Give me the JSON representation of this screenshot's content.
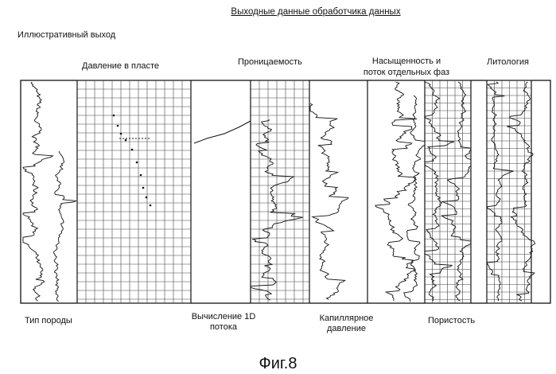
{
  "header": {
    "title": "Выходные данные обработчика данных",
    "subtitle": "Иллюстративный выход"
  },
  "track_labels_top": {
    "pressure": "Давление в пласте",
    "permeability": "Проницаемость",
    "saturation_line1": "Насыщенность и",
    "saturation_line2": "поток отдельных фаз",
    "lithology": "Литология"
  },
  "track_labels_bottom": {
    "rock_type": "Тип породы",
    "flow_line1": "Вычисление 1D",
    "flow_line2": "потока",
    "capillary_line1": "Капиллярное",
    "capillary_line2": "давление",
    "porosity": "Пористость"
  },
  "figure_caption": "Фиг.8",
  "colors": {
    "ink": "#111111",
    "grid": "#333333",
    "background": "#ffffff"
  }
}
